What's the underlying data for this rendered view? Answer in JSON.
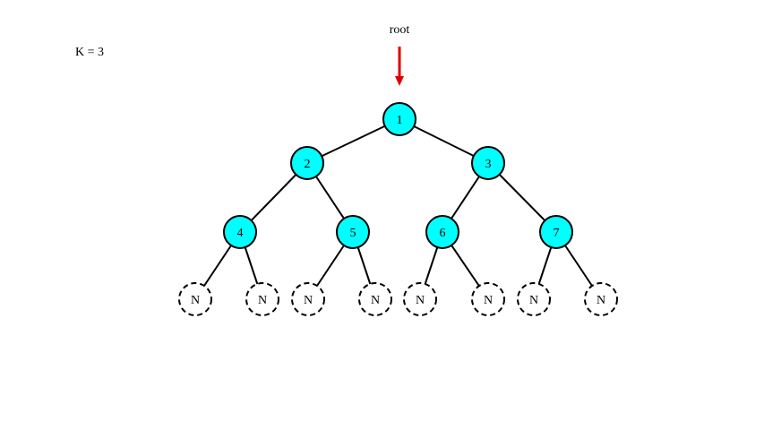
{
  "k_label": "K = 3",
  "root_label": "root",
  "colors": {
    "node_fill": "#00ffff",
    "null_fill": "#ffffff",
    "stroke": "#000000",
    "arrow": "#e00000"
  },
  "nodes": [
    {
      "id": "1",
      "label": "1",
      "type": "value"
    },
    {
      "id": "2",
      "label": "2",
      "type": "value"
    },
    {
      "id": "3",
      "label": "3",
      "type": "value"
    },
    {
      "id": "4",
      "label": "4",
      "type": "value"
    },
    {
      "id": "5",
      "label": "5",
      "type": "value"
    },
    {
      "id": "6",
      "label": "6",
      "type": "value"
    },
    {
      "id": "7",
      "label": "7",
      "type": "value"
    },
    {
      "id": "n1",
      "label": "N",
      "type": "null"
    },
    {
      "id": "n2",
      "label": "N",
      "type": "null"
    },
    {
      "id": "n3",
      "label": "N",
      "type": "null"
    },
    {
      "id": "n4",
      "label": "N",
      "type": "null"
    },
    {
      "id": "n5",
      "label": "N",
      "type": "null"
    },
    {
      "id": "n6",
      "label": "N",
      "type": "null"
    },
    {
      "id": "n7",
      "label": "N",
      "type": "null"
    },
    {
      "id": "n8",
      "label": "N",
      "type": "null"
    }
  ],
  "edges": [
    [
      "1",
      "2"
    ],
    [
      "1",
      "3"
    ],
    [
      "2",
      "4"
    ],
    [
      "2",
      "5"
    ],
    [
      "3",
      "6"
    ],
    [
      "3",
      "7"
    ],
    [
      "4",
      "n1"
    ],
    [
      "4",
      "n2"
    ],
    [
      "5",
      "n3"
    ],
    [
      "5",
      "n4"
    ],
    [
      "6",
      "n5"
    ],
    [
      "6",
      "n6"
    ],
    [
      "7",
      "n7"
    ],
    [
      "7",
      "n8"
    ]
  ]
}
